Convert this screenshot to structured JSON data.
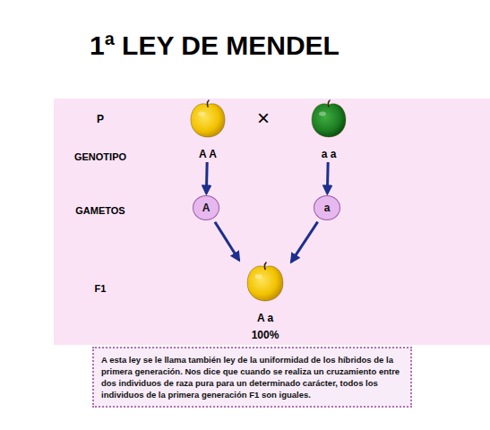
{
  "diagram": {
    "title": "1ª LEY DE MENDEL",
    "caption": "A esta ley se le llama también ley de la uniformidad de los híbridos de la primera generación. Nos dice que cuando se realiza un cruzamiento entre dos individuos de raza pura para un determinado carácter, todos los individuos de la primera generación F1 son iguales.",
    "nodes": [
      {
        "text": [
          "A A"
        ]
      },
      {
        "text": [
          "a a"
        ]
      },
      {
        "text": [
          "A"
        ]
      },
      {
        "text": [
          "a"
        ]
      },
      {
        "text": [
          "A a",
          "100%"
        ]
      }
    ],
    "edges": [
      {
        "from": 0,
        "to": 2,
        "arrow": "to"
      },
      {
        "from": 1,
        "to": 3,
        "arrow": "to"
      },
      {
        "from": 2,
        "to": 4,
        "arrow": "to"
      },
      {
        "from": 3,
        "to": 4,
        "arrow": "to"
      }
    ],
    "labels": [
      "P",
      "×",
      "GENOTIPO",
      "GAMETOS",
      "F1"
    ]
  }
}
